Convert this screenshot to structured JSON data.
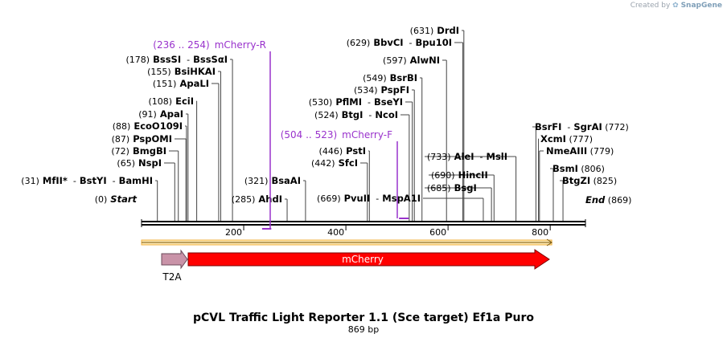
{
  "watermark": {
    "prefix": "Created by",
    "brand": "SnapGene"
  },
  "title": "pCVL Traffic Light Reporter 1.1 (Sce target) Ef1a Puro",
  "subtitle": "869 bp",
  "sequence_length": 869,
  "ticks": [
    "200",
    "400",
    "600",
    "800"
  ],
  "colors": {
    "backbone": "#000000",
    "primer": "#9932cc",
    "mcherry": "#ff0000",
    "t2a": "#c993a8",
    "orf": "#f0b040"
  },
  "features": [
    {
      "name": "mCherry",
      "start": 71,
      "end": 778,
      "direction": "forward",
      "color": "#ff0000"
    },
    {
      "name": "T2A",
      "start": 0,
      "end": 70,
      "direction": "forward",
      "color": "#c993a8"
    }
  ],
  "orf": {
    "start": 0,
    "end": 803
  },
  "primers": [
    {
      "range": "(236 .. 254)",
      "name": "mCherry-R",
      "start": 236,
      "end": 254,
      "direction": "reverse"
    },
    {
      "range": "(504 .. 523)",
      "name": "mCherry-F",
      "start": 504,
      "end": 523,
      "direction": "forward"
    }
  ],
  "left_labels": [
    {
      "pos": 0,
      "parts": [
        {
          "t": "(0)",
          "k": "p"
        },
        {
          "t": "Start",
          "k": "i"
        }
      ]
    },
    {
      "pos": 31,
      "parts": [
        {
          "t": "(31)",
          "k": "p"
        },
        {
          "t": "MfII",
          "k": "b"
        },
        {
          "t": "*",
          "k": "b"
        },
        {
          "t": "-",
          "k": "p"
        },
        {
          "t": "BstYI",
          "k": "b"
        },
        {
          "t": "-",
          "k": "p"
        },
        {
          "t": "BamHI",
          "k": "b"
        }
      ]
    },
    {
      "pos": 65,
      "parts": [
        {
          "t": "(65)",
          "k": "p"
        },
        {
          "t": "NspI",
          "k": "b"
        }
      ]
    },
    {
      "pos": 72,
      "parts": [
        {
          "t": "(72)",
          "k": "p"
        },
        {
          "t": "BmgBI",
          "k": "b"
        }
      ]
    },
    {
      "pos": 87,
      "parts": [
        {
          "t": "(87)",
          "k": "p"
        },
        {
          "t": "PspOMI",
          "k": "b"
        }
      ]
    },
    {
      "pos": 88,
      "parts": [
        {
          "t": "(88)",
          "k": "p"
        },
        {
          "t": "EcoO109I",
          "k": "b"
        }
      ]
    },
    {
      "pos": 91,
      "parts": [
        {
          "t": "(91)",
          "k": "p"
        },
        {
          "t": "ApaI",
          "k": "b"
        }
      ]
    },
    {
      "pos": 108,
      "parts": [
        {
          "t": "(108)",
          "k": "p"
        },
        {
          "t": "EciI",
          "k": "b"
        }
      ]
    },
    {
      "pos": 151,
      "parts": [
        {
          "t": "(151)",
          "k": "p"
        },
        {
          "t": "ApaLI",
          "k": "b"
        }
      ]
    },
    {
      "pos": 155,
      "parts": [
        {
          "t": "(155)",
          "k": "p"
        },
        {
          "t": "BsiHKAI",
          "k": "b"
        }
      ]
    },
    {
      "pos": 178,
      "parts": [
        {
          "t": "(178)",
          "k": "p"
        },
        {
          "t": "BssSI",
          "k": "b"
        },
        {
          "t": "-",
          "k": "p"
        },
        {
          "t": "BssSαI",
          "k": "b"
        }
      ]
    },
    {
      "pos": 285,
      "parts": [
        {
          "t": "(285)",
          "k": "p"
        },
        {
          "t": "AhdI",
          "k": "b"
        }
      ]
    },
    {
      "pos": 321,
      "parts": [
        {
          "t": "(321)",
          "k": "p"
        },
        {
          "t": "BsaAI",
          "k": "b"
        }
      ]
    },
    {
      "pos": 442,
      "parts": [
        {
          "t": "(442)",
          "k": "p"
        },
        {
          "t": "SfcI",
          "k": "b"
        }
      ]
    },
    {
      "pos": 446,
      "parts": [
        {
          "t": "(446)",
          "k": "p"
        },
        {
          "t": "PstI",
          "k": "b"
        }
      ]
    },
    {
      "pos": 669,
      "parts": [
        {
          "t": "(669)",
          "k": "p"
        },
        {
          "t": "PvuII",
          "k": "b"
        },
        {
          "t": "-",
          "k": "p"
        },
        {
          "t": "MspA1I",
          "k": "b"
        }
      ]
    },
    {
      "pos": 524,
      "parts": [
        {
          "t": "(524)",
          "k": "p"
        },
        {
          "t": "BtgI",
          "k": "b"
        },
        {
          "t": "-",
          "k": "p"
        },
        {
          "t": "NcoI",
          "k": "b"
        }
      ]
    },
    {
      "pos": 530,
      "parts": [
        {
          "t": "(530)",
          "k": "p"
        },
        {
          "t": "PflMI",
          "k": "b"
        },
        {
          "t": "-",
          "k": "p"
        },
        {
          "t": "BseYI",
          "k": "b"
        }
      ]
    },
    {
      "pos": 534,
      "parts": [
        {
          "t": "(534)",
          "k": "p"
        },
        {
          "t": "PspFI",
          "k": "b"
        }
      ]
    },
    {
      "pos": 549,
      "parts": [
        {
          "t": "(549)",
          "k": "p"
        },
        {
          "t": "BsrBI",
          "k": "b"
        }
      ]
    },
    {
      "pos": 597,
      "parts": [
        {
          "t": "(597)",
          "k": "p"
        },
        {
          "t": "AlwNI",
          "k": "b"
        }
      ]
    },
    {
      "pos": 629,
      "parts": [
        {
          "t": "(629)",
          "k": "p"
        },
        {
          "t": "BbvCI",
          "k": "b"
        },
        {
          "t": "-",
          "k": "p"
        },
        {
          "t": "Bpu10I",
          "k": "b"
        }
      ]
    },
    {
      "pos": 631,
      "parts": [
        {
          "t": "(631)",
          "k": "p"
        },
        {
          "t": "DrdI",
          "k": "b"
        }
      ]
    }
  ],
  "right_labels": [
    {
      "pos": 869,
      "parts": [
        {
          "t": "End",
          "k": "i"
        },
        {
          "t": "(869)",
          "k": "p"
        }
      ]
    },
    {
      "pos": 685,
      "parts": [
        {
          "t": "(685)",
          "k": "p"
        },
        {
          "t": "BsgI",
          "k": "b"
        }
      ]
    },
    {
      "pos": 690,
      "parts": [
        {
          "t": "(690)",
          "k": "p"
        },
        {
          "t": "HincII",
          "k": "b"
        }
      ]
    },
    {
      "pos": 733,
      "parts": [
        {
          "t": "(733)",
          "k": "p"
        },
        {
          "t": "AleI",
          "k": "b"
        },
        {
          "t": "-",
          "k": "p"
        },
        {
          "t": "MslI",
          "k": "b"
        }
      ]
    },
    {
      "pos": 825,
      "parts": [
        {
          "t": "BtgZI",
          "k": "b"
        },
        {
          "t": "(825)",
          "k": "p"
        }
      ]
    },
    {
      "pos": 806,
      "parts": [
        {
          "t": "BsmI",
          "k": "b"
        },
        {
          "t": "(806)",
          "k": "p"
        }
      ]
    },
    {
      "pos": 779,
      "parts": [
        {
          "t": "NmeAIII",
          "k": "b"
        },
        {
          "t": "(779)",
          "k": "p"
        }
      ]
    },
    {
      "pos": 777,
      "parts": [
        {
          "t": "XcmI",
          "k": "b"
        },
        {
          "t": "(777)",
          "k": "p"
        }
      ]
    },
    {
      "pos": 772,
      "parts": [
        {
          "t": "BsrFI",
          "k": "b"
        },
        {
          "t": "-",
          "k": "p"
        },
        {
          "t": "SgrAI",
          "k": "b"
        },
        {
          "t": "(772)",
          "k": "p"
        }
      ]
    }
  ]
}
